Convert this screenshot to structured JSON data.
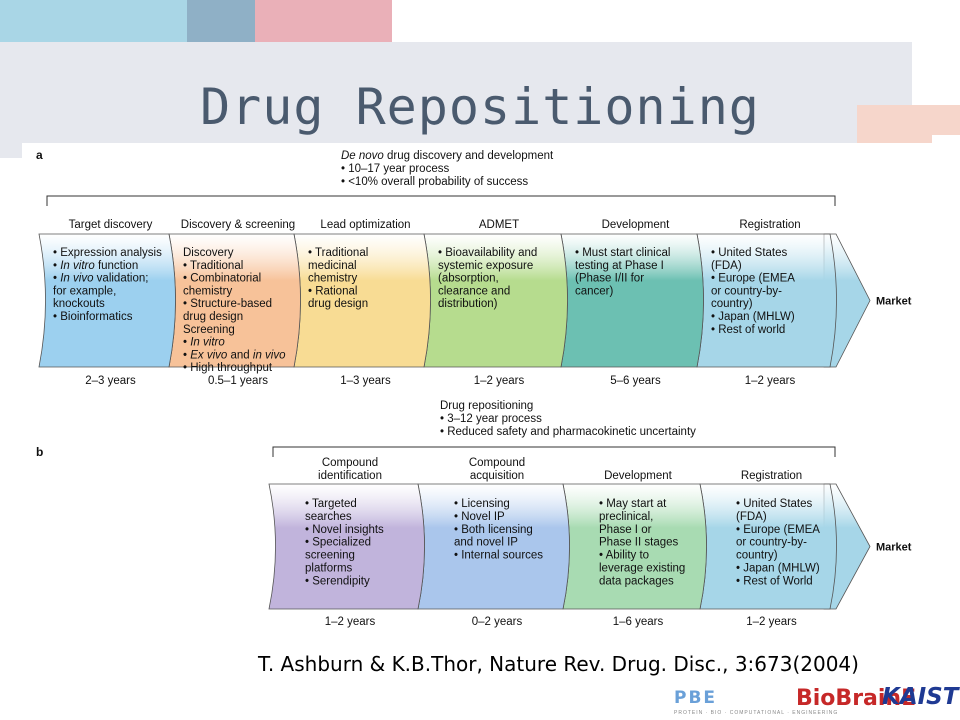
{
  "title": "Drug Repositioning",
  "panel_a": {
    "letter": "a",
    "header": {
      "title_italic": "De novo",
      "title_rest": " drug discovery and development",
      "bullets": [
        "• 10–17 year process",
        "• <10% overall probability of success"
      ]
    },
    "stages": [
      {
        "name": [
          "Target discovery"
        ],
        "duration": "2–3 years",
        "lines": [
          [
            {
              "t": "• Expression analysis"
            }
          ],
          [
            {
              "t": "• "
            },
            {
              "t": "In vitro",
              "i": true
            },
            {
              "t": " function"
            }
          ],
          [
            {
              "t": "• "
            },
            {
              "t": "In vivo",
              "i": true
            },
            {
              "t": " validation;"
            }
          ],
          [
            {
              "t": "  for example,"
            }
          ],
          [
            {
              "t": "  knockouts"
            }
          ],
          [
            {
              "t": "• Bioinformatics"
            }
          ]
        ]
      },
      {
        "name": [
          "Discovery & screening"
        ],
        "duration": "0.5–1 years",
        "lines": [
          [
            {
              "t": "Discovery"
            }
          ],
          [
            {
              "t": "• Traditional"
            }
          ],
          [
            {
              "t": "• Combinatorial"
            }
          ],
          [
            {
              "t": "  chemistry"
            }
          ],
          [
            {
              "t": "• Structure-based"
            }
          ],
          [
            {
              "t": "  drug design"
            }
          ],
          [
            {
              "t": "Screening"
            }
          ],
          [
            {
              "t": "• "
            },
            {
              "t": "In vitro",
              "i": true
            }
          ],
          [
            {
              "t": "• "
            },
            {
              "t": "Ex vivo",
              "i": true
            },
            {
              "t": " and "
            },
            {
              "t": "in vivo",
              "i": true
            }
          ],
          [
            {
              "t": "• High throughput"
            }
          ]
        ]
      },
      {
        "name": [
          "Lead optimization"
        ],
        "duration": "1–3 years",
        "lines": [
          [
            {
              "t": "• Traditional"
            }
          ],
          [
            {
              "t": "  medicinal"
            }
          ],
          [
            {
              "t": "  chemistry"
            }
          ],
          [
            {
              "t": "• Rational"
            }
          ],
          [
            {
              "t": "  drug design"
            }
          ]
        ]
      },
      {
        "name": [
          "ADMET"
        ],
        "duration": "1–2 years",
        "lines": [
          [
            {
              "t": "• Bioavailability and"
            }
          ],
          [
            {
              "t": "  systemic exposure"
            }
          ],
          [
            {
              "t": "  (absorption,"
            }
          ],
          [
            {
              "t": "  clearance and"
            }
          ],
          [
            {
              "t": "  distribution)"
            }
          ]
        ]
      },
      {
        "name": [
          "Development"
        ],
        "duration": "5–6 years",
        "lines": [
          [
            {
              "t": "• Must start clinical"
            }
          ],
          [
            {
              "t": "  testing at Phase I"
            }
          ],
          [
            {
              "t": "  (Phase I/II for"
            }
          ],
          [
            {
              "t": "  cancer)"
            }
          ]
        ]
      },
      {
        "name": [
          "Registration"
        ],
        "duration": "1–2 years",
        "lines": [
          [
            {
              "t": "• United States"
            }
          ],
          [
            {
              "t": "  (FDA)"
            }
          ],
          [
            {
              "t": "• Europe (EMEA"
            }
          ],
          [
            {
              "t": "  or country-by-"
            }
          ],
          [
            {
              "t": "  country)"
            }
          ],
          [
            {
              "t": "• Japan (MHLW)"
            }
          ],
          [
            {
              "t": "• Rest of world"
            }
          ]
        ]
      }
    ],
    "market": "Market"
  },
  "panel_b": {
    "letter": "b",
    "header": {
      "title": "Drug repositioning",
      "bullets": [
        "• 3–12 year process",
        "• Reduced safety and pharmacokinetic uncertainty"
      ]
    },
    "stages": [
      {
        "name": [
          "Compound",
          "identification"
        ],
        "duration": "1–2 years",
        "lines": [
          [
            {
              "t": "• Targeted"
            }
          ],
          [
            {
              "t": "  searches"
            }
          ],
          [
            {
              "t": "• Novel insights"
            }
          ],
          [
            {
              "t": "• Specialized"
            }
          ],
          [
            {
              "t": "  screening"
            }
          ],
          [
            {
              "t": "  platforms"
            }
          ],
          [
            {
              "t": "• Serendipity"
            }
          ]
        ]
      },
      {
        "name": [
          "Compound",
          "acquisition"
        ],
        "duration": "0–2 years",
        "lines": [
          [
            {
              "t": "• Licensing"
            }
          ],
          [
            {
              "t": "• Novel IP"
            }
          ],
          [
            {
              "t": "• Both licensing"
            }
          ],
          [
            {
              "t": "  and novel IP"
            }
          ],
          [
            {
              "t": "• Internal sources"
            }
          ]
        ]
      },
      {
        "name": [
          "Development"
        ],
        "duration": "1–6 years",
        "lines": [
          [
            {
              "t": "• May start at"
            }
          ],
          [
            {
              "t": "  preclinical,"
            }
          ],
          [
            {
              "t": "  Phase I or"
            }
          ],
          [
            {
              "t": "  Phase II stages"
            }
          ],
          [
            {
              "t": "• Ability to"
            }
          ],
          [
            {
              "t": "  leverage existing"
            }
          ],
          [
            {
              "t": "  data packages"
            }
          ]
        ]
      },
      {
        "name": [
          "Registration"
        ],
        "duration": "1–2 years",
        "lines": [
          [
            {
              "t": "• United States"
            }
          ],
          [
            {
              "t": "  (FDA)"
            }
          ],
          [
            {
              "t": "• Europe (EMEA"
            }
          ],
          [
            {
              "t": "  or country-by-"
            }
          ],
          [
            {
              "t": "  country)"
            }
          ],
          [
            {
              "t": "• Japan (MHLW)"
            }
          ],
          [
            {
              "t": "• Rest of World"
            }
          ]
        ]
      }
    ],
    "market": "Market"
  },
  "citation": "T. Ashburn & K.B.Thor, Nature Rev. Drug. Disc.,  3:673(2004)",
  "logos": {
    "pbe": "PBE",
    "pbe_sub": "PROTEIN · BIO · COMPUTATIONAL · ENGINEERING",
    "bio": "BioBrainE",
    "kaist": "KAIST"
  },
  "colors": {
    "a": [
      "#9cd0ef",
      "#f7c299",
      "#f8dc94",
      "#b6dc8e",
      "#6cc0b2",
      "#a6d6e8"
    ],
    "b": [
      "#c1b4dc",
      "#aac6ec",
      "#a8dbb2",
      "#a6d6e8"
    ]
  }
}
